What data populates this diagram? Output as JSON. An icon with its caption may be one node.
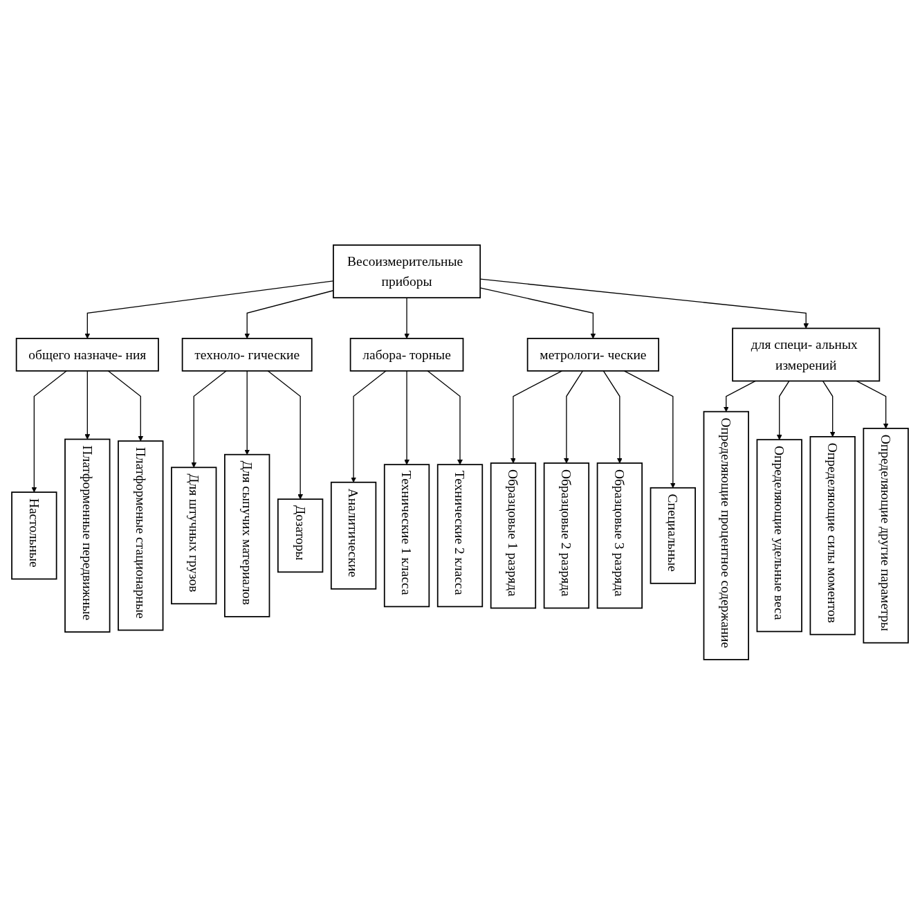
{
  "diagram": {
    "nodes": [
      {
        "text": [
          "Весоизмерительные приборы"
        ]
      },
      {
        "text": [
          "общего назначе- ния"
        ]
      },
      {
        "text": [
          "техноло- гические"
        ]
      },
      {
        "text": [
          "лабора- торные"
        ]
      },
      {
        "text": [
          "метрологи- ческие"
        ]
      },
      {
        "text": [
          "для специ- альных измерений"
        ]
      },
      {
        "text": [
          "Настольные"
        ]
      },
      {
        "text": [
          "Платформенные передвижные"
        ]
      },
      {
        "text": [
          "Платформеные стационарные"
        ]
      },
      {
        "text": [
          "Для штучных грузов"
        ]
      },
      {
        "text": [
          "Для сыпучих материалов"
        ]
      },
      {
        "text": [
          "Дозаторы"
        ]
      },
      {
        "text": [
          "Аналитические"
        ]
      },
      {
        "text": [
          "Технические 1 класса"
        ]
      },
      {
        "text": [
          "Технические 2 класса"
        ]
      },
      {
        "text": [
          "Образцовые 1 разряда"
        ]
      },
      {
        "text": [
          "Образцовые 2 разряда"
        ]
      },
      {
        "text": [
          "Образцовые 3 разряда"
        ]
      },
      {
        "text": [
          "Специальные"
        ]
      },
      {
        "text": [
          "Определяющие процентное содержание"
        ]
      },
      {
        "text": [
          "Определяющие удельные веса"
        ]
      },
      {
        "text": [
          "Определяющие силы моментов"
        ]
      },
      {
        "text": [
          "Определяющие другие параметры"
        ]
      }
    ],
    "edges": [
      {
        "from": 0,
        "to": 1,
        "arrow": "to"
      },
      {
        "from": 0,
        "to": 2,
        "arrow": "to"
      },
      {
        "from": 0,
        "to": 3,
        "arrow": "to"
      },
      {
        "from": 0,
        "to": 4,
        "arrow": "to"
      },
      {
        "from": 0,
        "to": 5,
        "arrow": "to"
      },
      {
        "from": 1,
        "to": 6,
        "arrow": "to"
      },
      {
        "from": 1,
        "to": 7,
        "arrow": "to"
      },
      {
        "from": 1,
        "to": 8,
        "arrow": "to"
      },
      {
        "from": 2,
        "to": 9,
        "arrow": "to"
      },
      {
        "from": 2,
        "to": 10,
        "arrow": "to"
      },
      {
        "from": 2,
        "to": 11,
        "arrow": "to"
      },
      {
        "from": 3,
        "to": 12,
        "arrow": "to"
      },
      {
        "from": 3,
        "to": 13,
        "arrow": "to"
      },
      {
        "from": 3,
        "to": 14,
        "arrow": "to"
      },
      {
        "from": 4,
        "to": 15,
        "arrow": "to"
      },
      {
        "from": 4,
        "to": 16,
        "arrow": "to"
      },
      {
        "from": 4,
        "to": 17,
        "arrow": "to"
      },
      {
        "from": 4,
        "to": 18,
        "arrow": "to"
      },
      {
        "from": 5,
        "to": 19,
        "arrow": "to"
      },
      {
        "from": 5,
        "to": 20,
        "arrow": "to"
      },
      {
        "from": 5,
        "to": 21,
        "arrow": "to"
      },
      {
        "from": 5,
        "to": 22,
        "arrow": "to"
      }
    ]
  }
}
